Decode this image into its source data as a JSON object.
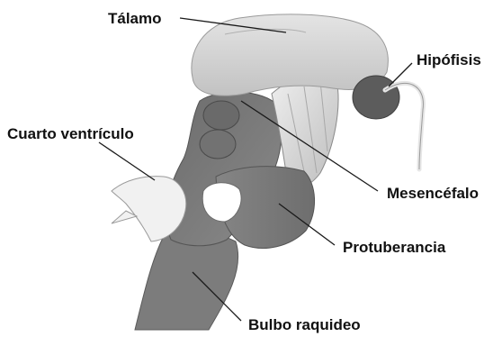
{
  "labels": {
    "talamo": "Tálamo",
    "hipofisis": "Hipófisis",
    "cuarto_ventriculo": "Cuarto ventrículo",
    "mesencefalo": "Mesencéfalo",
    "protuberancia": "Protuberancia",
    "bulbo_raquideo": "Bulbo raquideo"
  },
  "colors": {
    "background": "#ffffff",
    "label_text": "#111111",
    "leader_line": "#1a1a1a",
    "thalamus": "#d6d6d6",
    "brainstem": "#7a7a7a",
    "ventricle": "#f2f2f2"
  }
}
